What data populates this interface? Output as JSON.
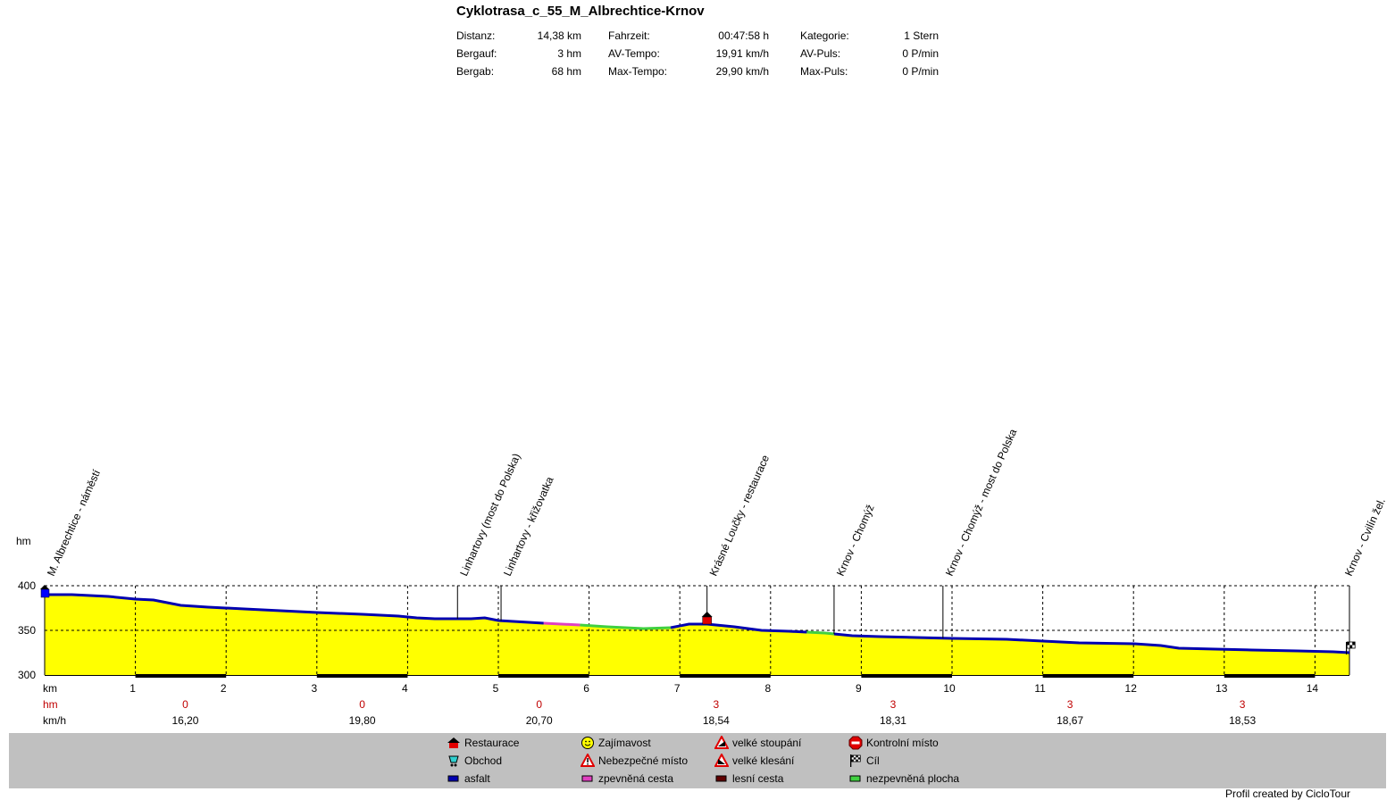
{
  "title": "Cyklotrasa_c_55_M_Albrechtice-Krnov",
  "stats": [
    {
      "label": "Distanz:",
      "value": "14,38 km"
    },
    {
      "label": "Bergauf:",
      "value": "3 hm"
    },
    {
      "label": "Bergab:",
      "value": "68 hm"
    },
    {
      "label": "Fahrzeit:",
      "value": "00:47:58 h"
    },
    {
      "label": "AV-Tempo:",
      "value": "19,91 km/h"
    },
    {
      "label": "Max-Tempo:",
      "value": "29,90 km/h"
    },
    {
      "label": "Kategorie:",
      "value": "1 Stern"
    },
    {
      "label": "AV-Puls:",
      "value": "0 P/min"
    },
    {
      "label": "Max-Puls:",
      "value": "0 P/min"
    }
  ],
  "chart_data": {
    "type": "area",
    "ylabel": "hm",
    "xlabel": "km",
    "ylim": [
      300,
      400
    ],
    "xlim": [
      0,
      14.38
    ],
    "yticks": [
      "300",
      "350",
      "400"
    ],
    "xticks": [
      "1",
      "2",
      "3",
      "4",
      "5",
      "6",
      "7",
      "8",
      "9",
      "10",
      "11",
      "12",
      "13",
      "14"
    ],
    "profile": {
      "x": [
        0,
        0.3,
        0.7,
        1.0,
        1.2,
        1.3,
        1.5,
        1.8,
        2.2,
        2.6,
        3.0,
        3.5,
        3.9,
        4.1,
        4.3,
        4.7,
        4.85,
        5.0,
        5.5,
        5.9,
        6.2,
        6.6,
        6.9,
        7.1,
        7.3,
        7.6,
        7.9,
        8.2,
        8.6,
        8.9,
        9.2,
        9.6,
        10.0,
        10.6,
        11.0,
        11.4,
        12.0,
        12.3,
        12.5,
        12.9,
        13.3,
        13.8,
        14.2,
        14.38
      ],
      "y": [
        390,
        390,
        388,
        385,
        384,
        382,
        378,
        376,
        374,
        372,
        370,
        368,
        366,
        364,
        363,
        363,
        364,
        361,
        358,
        356,
        354,
        352,
        353,
        357,
        357,
        354,
        350,
        349,
        347,
        344,
        343,
        342,
        341,
        340,
        338,
        336,
        335,
        333,
        330,
        329,
        328,
        327,
        326,
        325
      ]
    },
    "surface_segments": [
      {
        "type": "asfalt",
        "from": 0,
        "to": 5.5
      },
      {
        "type": "zpevněná cesta",
        "from": 5.5,
        "to": 5.9
      },
      {
        "type": "nezpevněná plocha",
        "from": 5.9,
        "to": 6.9
      },
      {
        "type": "asfalt",
        "from": 6.9,
        "to": 8.4
      },
      {
        "type": "nezpevněná plocha",
        "from": 8.4,
        "to": 8.7
      },
      {
        "type": "asfalt",
        "from": 8.7,
        "to": 14.38
      }
    ],
    "waypoints": [
      {
        "km": 0,
        "label": "M. Albrechtice - náměstí",
        "icon": "start"
      },
      {
        "km": 4.55,
        "label": "Linhartovy (most do Polska)"
      },
      {
        "km": 5.03,
        "label": "Linhartovy - křižovatka"
      },
      {
        "km": 7.3,
        "label": "Krásné Loučky - restaurace",
        "icon": "restaurace"
      },
      {
        "km": 8.7,
        "label": "Krnov - Chomýž"
      },
      {
        "km": 9.9,
        "label": "Krnov - Chomýž - most do Polska"
      },
      {
        "km": 14.38,
        "label": "Krnov - Cvilín žel.",
        "icon": "cil"
      }
    ],
    "segments": [
      {
        "center_km": 1.55,
        "hm": "0",
        "kmh": "16,20"
      },
      {
        "center_km": 3.5,
        "hm": "0",
        "kmh": "19,80"
      },
      {
        "center_km": 5.45,
        "hm": "0",
        "kmh": "20,70"
      },
      {
        "center_km": 7.4,
        "hm": "3",
        "kmh": "18,54"
      },
      {
        "center_km": 9.35,
        "hm": "3",
        "kmh": "18,31"
      },
      {
        "center_km": 11.3,
        "hm": "3",
        "kmh": "18,67"
      },
      {
        "center_km": 13.2,
        "hm": "3",
        "kmh": "18,53"
      }
    ],
    "row_labels": {
      "km": "km",
      "hm": "hm",
      "kmh": "km/h"
    }
  },
  "colors": {
    "fill": "#ffff00",
    "asfalt": "#0000b0",
    "zpevnena": "#e040c0",
    "lesni": "#600000",
    "nezpevnena": "#40d040",
    "hm_text": "#c00000",
    "legend_bg": "#c0c0c0"
  },
  "legend": [
    {
      "icon": "restaurace-icon",
      "label": "Restaurace"
    },
    {
      "icon": "obchod-icon",
      "label": "Obchod"
    },
    {
      "icon": "asfalt-swatch",
      "label": "asfalt"
    },
    {
      "icon": "zajimavost-icon",
      "label": "Zajímavost"
    },
    {
      "icon": "nebezpecne-icon",
      "label": "Nebezpečné místo"
    },
    {
      "icon": "zpevnena-swatch",
      "label": "zpevněná cesta"
    },
    {
      "icon": "stoupani-icon",
      "label": "velké stoupání"
    },
    {
      "icon": "klesani-icon",
      "label": "velké klesání"
    },
    {
      "icon": "lesni-swatch",
      "label": "lesní cesta"
    },
    {
      "icon": "kontrolni-icon",
      "label": "Kontrolní místo"
    },
    {
      "icon": "cil-icon",
      "label": "Cíl"
    },
    {
      "icon": "nezpevnena-swatch",
      "label": "nezpevněná plocha"
    }
  ],
  "credit": "Profil created by CicloTour"
}
